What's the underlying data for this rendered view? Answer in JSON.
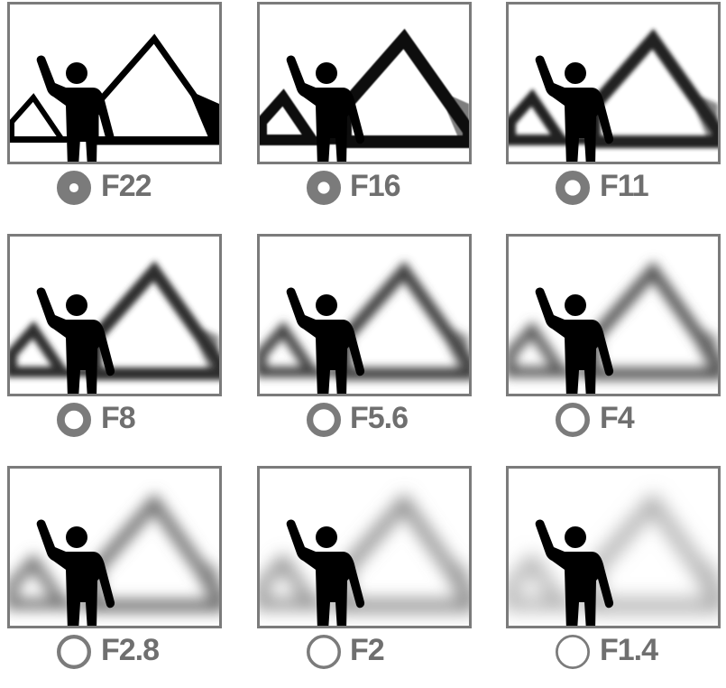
{
  "colors": {
    "frame_border": "#7b7b7b",
    "label_text": "#6f6f6f",
    "aperture_ring": "#7b7b7b",
    "silhouette": "#000000"
  },
  "panels": [
    {
      "label": "F22",
      "aperture_fill": 0.46,
      "blur": 0.0,
      "mountain_tone": "#000000"
    },
    {
      "label": "F16",
      "aperture_fill": 0.4,
      "blur": 0.6,
      "mountain_tone": "#111111"
    },
    {
      "label": "F11",
      "aperture_fill": 0.32,
      "blur": 2.0,
      "mountain_tone": "#222222"
    },
    {
      "label": "F8",
      "aperture_fill": 0.26,
      "blur": 3.2,
      "mountain_tone": "#2f2f2f"
    },
    {
      "label": "F5.6",
      "aperture_fill": 0.2,
      "blur": 4.8,
      "mountain_tone": "#444444"
    },
    {
      "label": "F4",
      "aperture_fill": 0.14,
      "blur": 6.2,
      "mountain_tone": "#5a5a5a"
    },
    {
      "label": "F2.8",
      "aperture_fill": 0.09,
      "blur": 7.6,
      "mountain_tone": "#707070"
    },
    {
      "label": "F2",
      "aperture_fill": 0.06,
      "blur": 9.0,
      "mountain_tone": "#8a8a8a"
    },
    {
      "label": "F1.4",
      "aperture_fill": 0.03,
      "blur": 10.5,
      "mountain_tone": "#a3a3a3"
    }
  ]
}
